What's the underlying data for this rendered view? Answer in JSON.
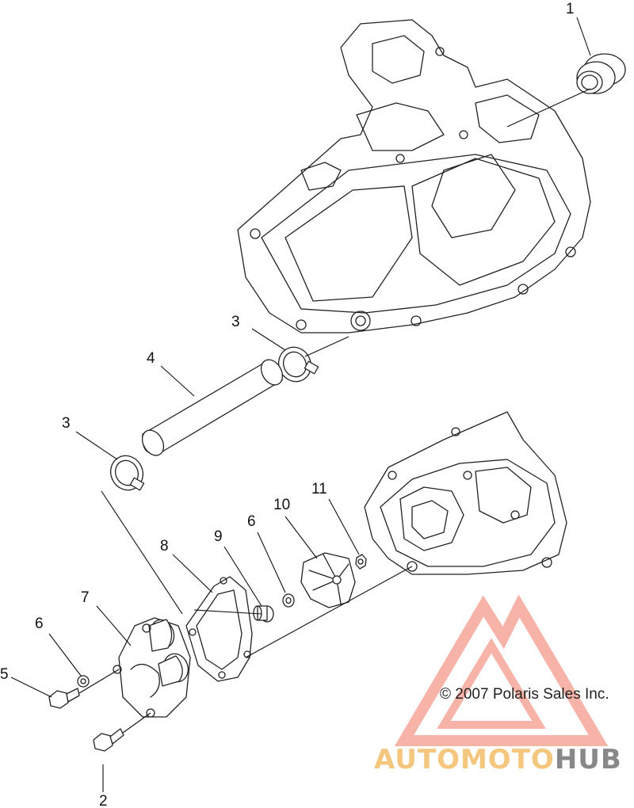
{
  "callouts": [
    {
      "id": "c1",
      "text": "1"
    },
    {
      "id": "c2",
      "text": "2"
    },
    {
      "id": "c3a",
      "text": "3"
    },
    {
      "id": "c3b",
      "text": "3"
    },
    {
      "id": "c4",
      "text": "4"
    },
    {
      "id": "c5",
      "text": "5"
    },
    {
      "id": "c6a",
      "text": "6"
    },
    {
      "id": "c6b",
      "text": "6"
    },
    {
      "id": "c7",
      "text": "7"
    },
    {
      "id": "c8",
      "text": "8"
    },
    {
      "id": "c9",
      "text": "9"
    },
    {
      "id": "c10",
      "text": "10"
    },
    {
      "id": "c11",
      "text": "11"
    }
  ],
  "copyright": "© 2007 Polaris Sales Inc.",
  "watermark": {
    "part1": "AUTOMOTO",
    "part2": "HUB",
    "color_primary": "#f59a8c",
    "color_secondary": "#f5c77e",
    "color_dark": "#888888"
  }
}
